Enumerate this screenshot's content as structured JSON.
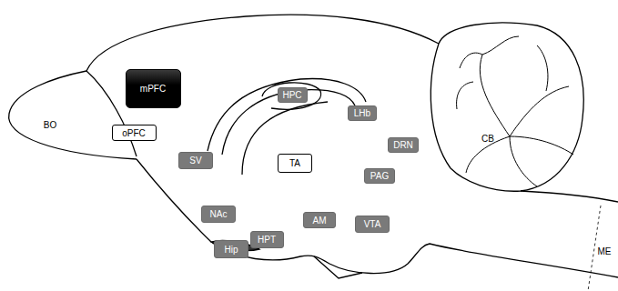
{
  "diagram": {
    "nodes": [
      {
        "text": [
          "mPFC"
        ]
      },
      {
        "text": [
          "HPC"
        ]
      },
      {
        "text": [
          "LHb"
        ]
      },
      {
        "text": [
          "oPFC"
        ]
      },
      {
        "text": [
          "DRN"
        ]
      },
      {
        "text": [
          "SV"
        ]
      },
      {
        "text": [
          "TA"
        ]
      },
      {
        "text": [
          "PAG"
        ]
      },
      {
        "text": [
          "NAc"
        ]
      },
      {
        "text": [
          "AM"
        ]
      },
      {
        "text": [
          "VTA"
        ]
      },
      {
        "text": [
          "HPT"
        ]
      },
      {
        "text": [
          "Hip"
        ]
      }
    ],
    "labels": [
      "BO",
      "CB",
      "ME"
    ]
  }
}
